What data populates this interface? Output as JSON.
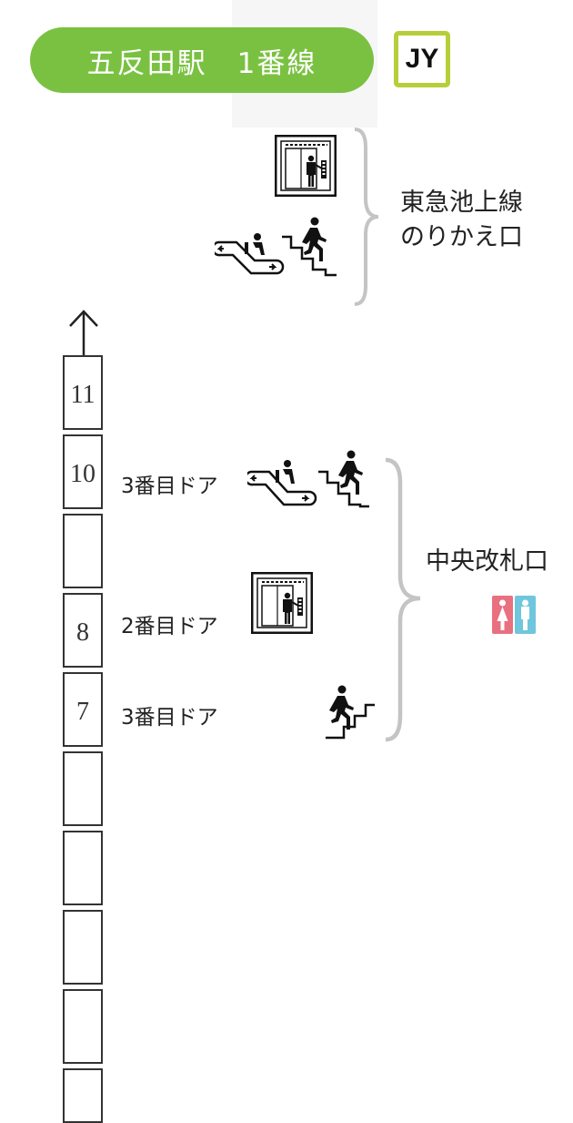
{
  "header": {
    "title": "五反田駅　1番線",
    "line_code": "JY",
    "pill_color": "#7ac142",
    "badge_color": "#b5cf3b"
  },
  "direction_arrow": "arrow-up-icon",
  "cars": [
    {
      "number": "11"
    },
    {
      "number": "10"
    },
    {
      "number": ""
    },
    {
      "number": "8"
    },
    {
      "number": "7"
    },
    {
      "number": ""
    },
    {
      "number": ""
    },
    {
      "number": ""
    },
    {
      "number": ""
    },
    {
      "number": ""
    }
  ],
  "transfer_exit": {
    "label_line1": "東急池上線",
    "label_line2": "のりかえ口",
    "facilities": [
      "elevator-icon",
      "escalator-icon",
      "stairs-icon"
    ]
  },
  "central_exit": {
    "label": "中央改札口",
    "facilities": [
      "escalator-icon",
      "stairs-icon",
      "elevator-icon",
      "stairs-icon",
      "toilet-icon"
    ],
    "toilet_colors": {
      "women": "#e9707f",
      "men": "#6fc6dd"
    }
  },
  "doors": [
    {
      "label": "3番目ドア"
    },
    {
      "label": "2番目ドア"
    },
    {
      "label": "3番目ドア"
    }
  ]
}
